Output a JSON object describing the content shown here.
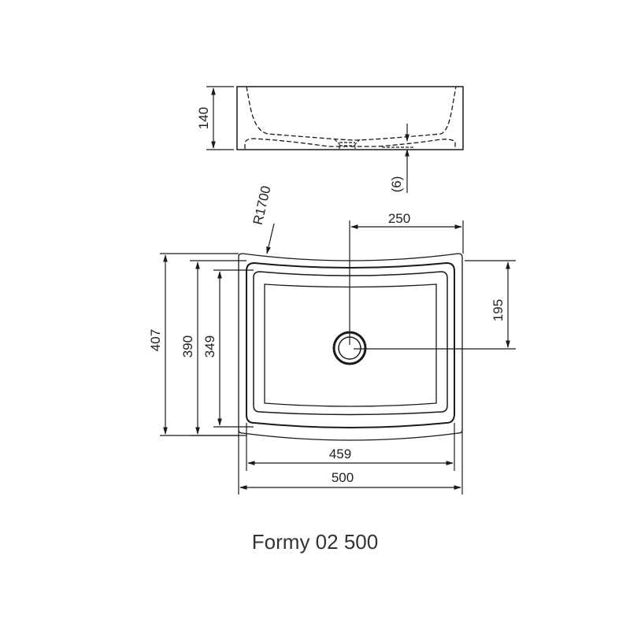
{
  "drawing": {
    "title": "Formy 02 500",
    "side_view": {
      "height_label": "140",
      "thickness_label": "(6)"
    },
    "top_view": {
      "radius_label": "R1700",
      "drain_offset_x_label": "250",
      "drain_offset_y_label": "195",
      "outer_depth_label": "407",
      "rim_depth_label": "390",
      "inner_depth_label": "349",
      "inner_width_label": "459",
      "outer_width_label": "500"
    },
    "colors": {
      "line": "#1a1a1a",
      "background": "#ffffff"
    }
  }
}
